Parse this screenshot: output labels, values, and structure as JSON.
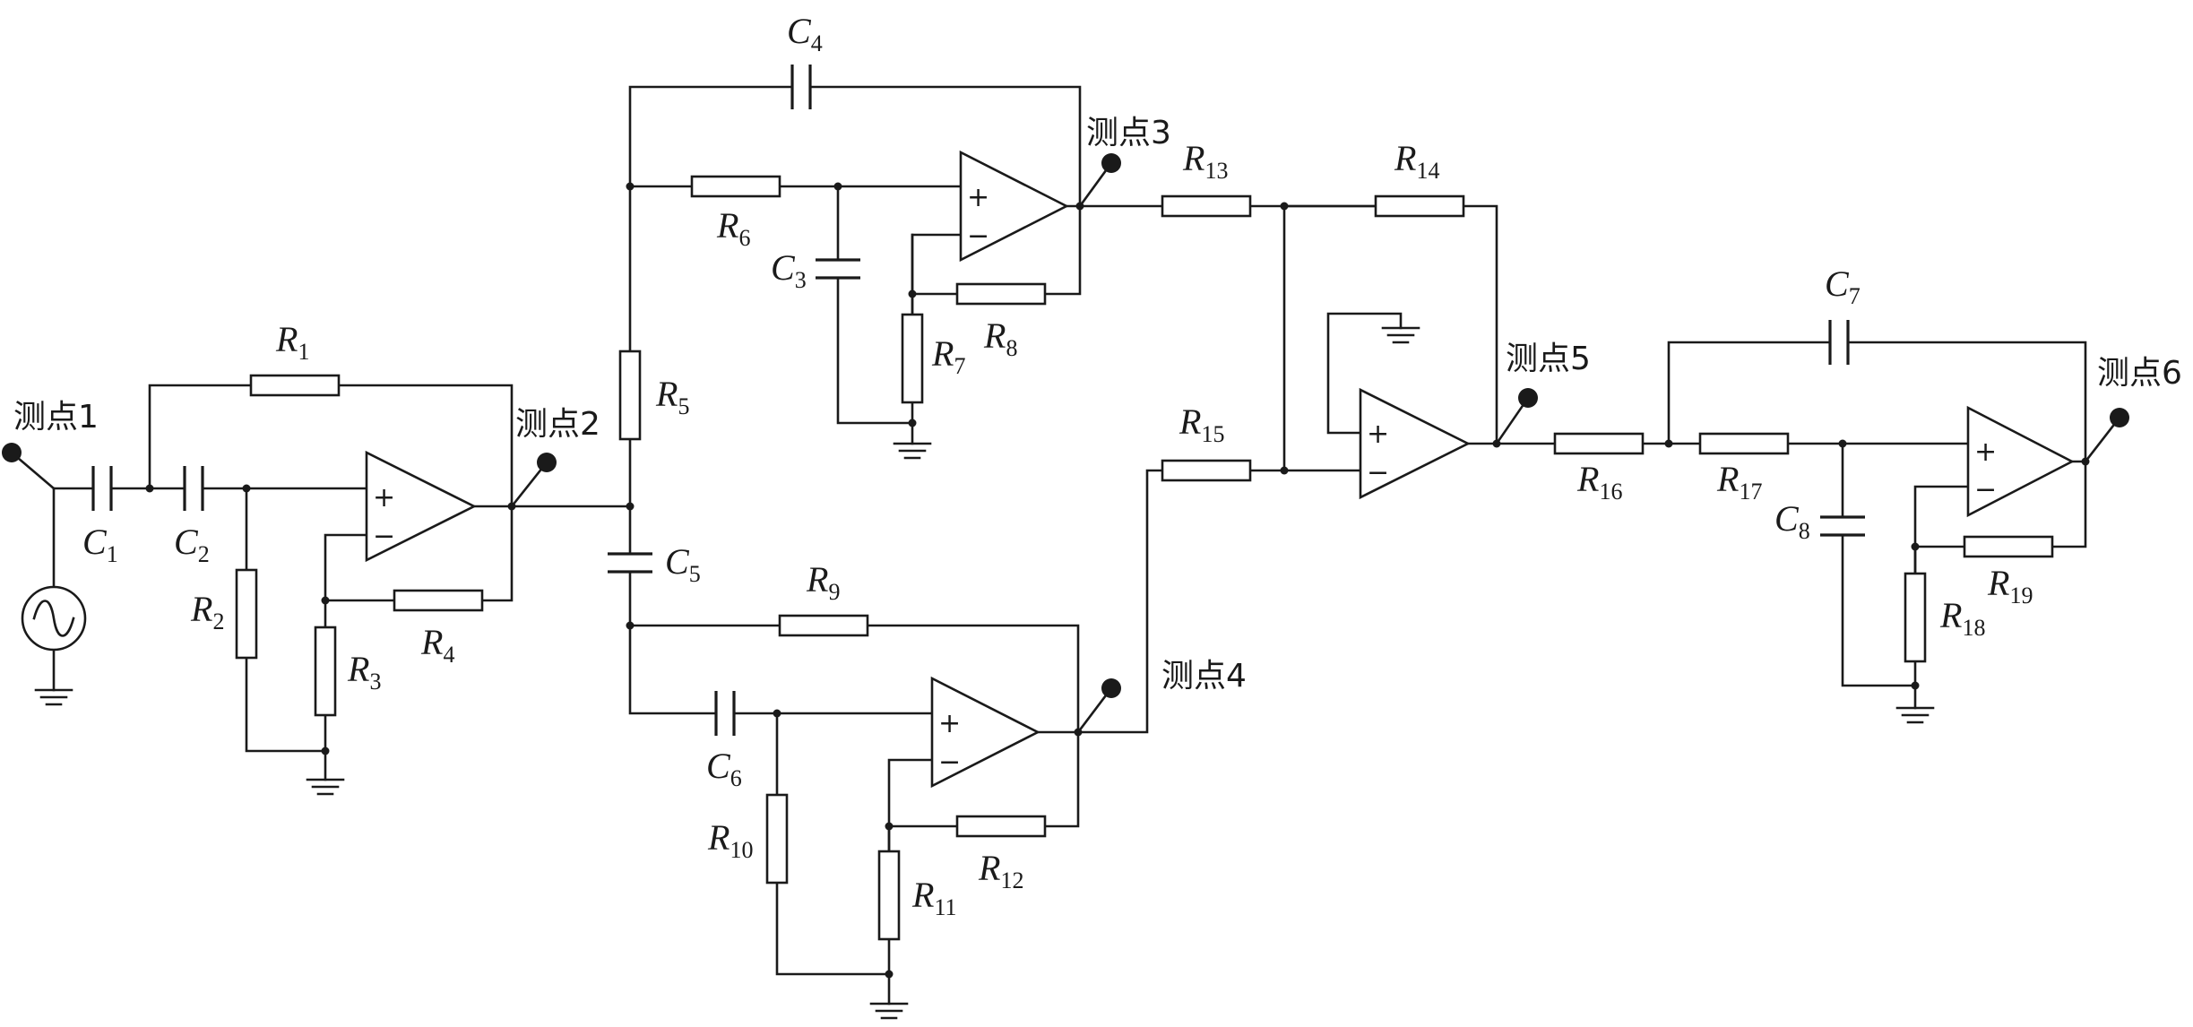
{
  "test_points": [
    {
      "id": "tp1",
      "label": "测点1"
    },
    {
      "id": "tp2",
      "label": "测点2"
    },
    {
      "id": "tp3",
      "label": "测点3"
    },
    {
      "id": "tp4",
      "label": "测点4"
    },
    {
      "id": "tp5",
      "label": "测点5"
    },
    {
      "id": "tp6",
      "label": "测点6"
    }
  ],
  "resistors": [
    {
      "id": "R1",
      "letter": "R",
      "sub": "1"
    },
    {
      "id": "R2",
      "letter": "R",
      "sub": "2"
    },
    {
      "id": "R3",
      "letter": "R",
      "sub": "3"
    },
    {
      "id": "R4",
      "letter": "R",
      "sub": "4"
    },
    {
      "id": "R5",
      "letter": "R",
      "sub": "5"
    },
    {
      "id": "R6",
      "letter": "R",
      "sub": "6"
    },
    {
      "id": "R7",
      "letter": "R",
      "sub": "7"
    },
    {
      "id": "R8",
      "letter": "R",
      "sub": "8"
    },
    {
      "id": "R9",
      "letter": "R",
      "sub": "9"
    },
    {
      "id": "R10",
      "letter": "R",
      "sub": "10"
    },
    {
      "id": "R11",
      "letter": "R",
      "sub": "11"
    },
    {
      "id": "R12",
      "letter": "R",
      "sub": "12"
    },
    {
      "id": "R13",
      "letter": "R",
      "sub": "13"
    },
    {
      "id": "R14",
      "letter": "R",
      "sub": "14"
    },
    {
      "id": "R15",
      "letter": "R",
      "sub": "15"
    },
    {
      "id": "R16",
      "letter": "R",
      "sub": "16"
    },
    {
      "id": "R17",
      "letter": "R",
      "sub": "17"
    },
    {
      "id": "R18",
      "letter": "R",
      "sub": "18"
    },
    {
      "id": "R19",
      "letter": "R",
      "sub": "19"
    }
  ],
  "capacitors": [
    {
      "id": "C1",
      "letter": "C",
      "sub": "1"
    },
    {
      "id": "C2",
      "letter": "C",
      "sub": "2"
    },
    {
      "id": "C3",
      "letter": "C",
      "sub": "3"
    },
    {
      "id": "C4",
      "letter": "C",
      "sub": "4"
    },
    {
      "id": "C5",
      "letter": "C",
      "sub": "5"
    },
    {
      "id": "C6",
      "letter": "C",
      "sub": "6"
    },
    {
      "id": "C7",
      "letter": "C",
      "sub": "7"
    },
    {
      "id": "C8",
      "letter": "C",
      "sub": "8"
    }
  ],
  "opamp_signs": {
    "plus": "+",
    "minus": "−"
  }
}
